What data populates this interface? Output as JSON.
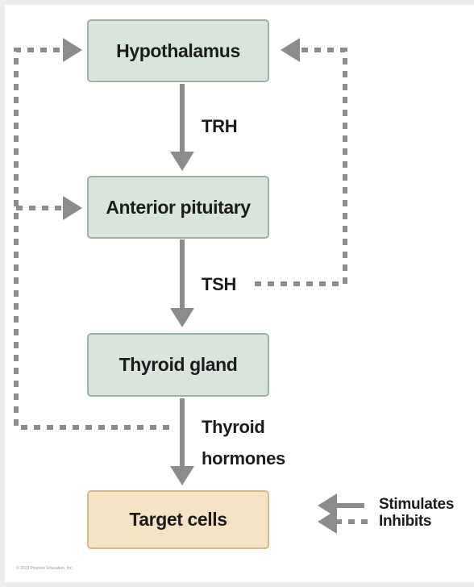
{
  "nodes": {
    "hypothalamus": "Hypothalamus",
    "anterior_pituitary": "Anterior pituitary",
    "thyroid_gland": "Thyroid gland",
    "target_cells": "Target cells"
  },
  "hormones": {
    "trh": "TRH",
    "tsh": "TSH",
    "thyroid_hormones_line1": "Thyroid",
    "thyroid_hormones_line2": "hormones"
  },
  "legend": {
    "stimulates": "Stimulates",
    "inhibits": "Inhibits"
  },
  "credit": "© 2013 Pearson Education, Inc.",
  "colors": {
    "gland_fill": "#d9e4dc",
    "gland_border": "#9bb3a1",
    "target_fill": "#f6e2c5",
    "target_border": "#d9b98c",
    "arrow": "#8c8c8c"
  }
}
